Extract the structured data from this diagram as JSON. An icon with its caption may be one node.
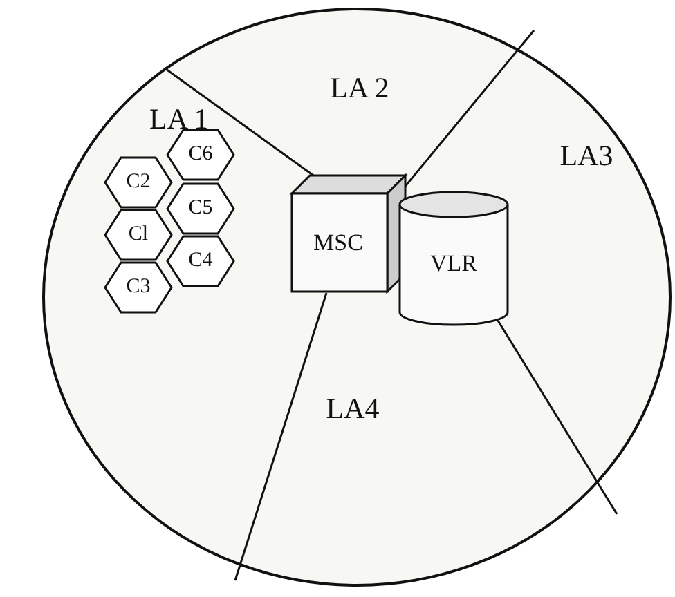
{
  "diagram": {
    "nodes": [
      {
        "text": [],
        "shape": "circle"
      },
      {
        "text": [
          "LA 1"
        ],
        "in": 0
      },
      {
        "text": [
          "LA 2"
        ],
        "in": 0
      },
      {
        "text": [
          "LA3"
        ],
        "in": 0
      },
      {
        "text": [
          "LA4"
        ],
        "in": 0
      },
      {
        "text": [
          "C6"
        ],
        "in": 1
      },
      {
        "text": [
          "C2"
        ],
        "in": 1
      },
      {
        "text": [
          "C5"
        ],
        "in": 1
      },
      {
        "text": [
          "Cl"
        ],
        "in": 1
      },
      {
        "text": [
          "C4"
        ],
        "in": 1
      },
      {
        "text": [
          "C3"
        ],
        "in": 1
      },
      {
        "text": [
          "MSC"
        ],
        "in": 0
      },
      {
        "text": [
          "VLR"
        ],
        "in": 0
      }
    ]
  }
}
